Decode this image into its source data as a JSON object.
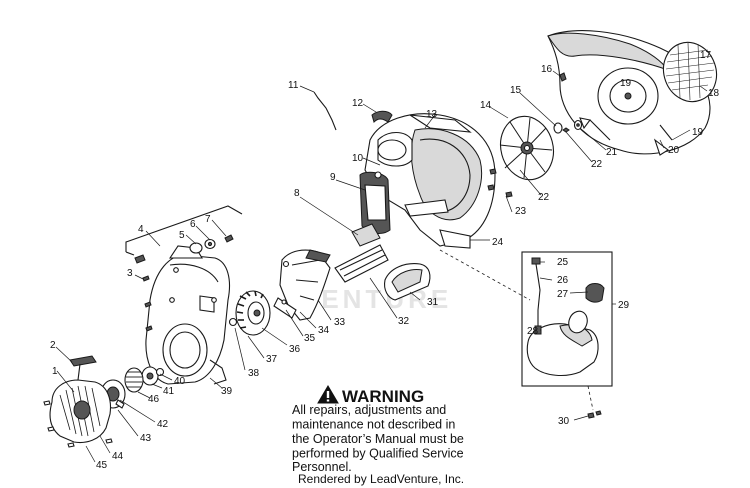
{
  "watermark": "VENTURE",
  "warning": {
    "title": "WARNING",
    "lines": [
      "All repairs, adjustments and",
      "maintenance not described in",
      "the Operator’s Manual must be",
      "performed by Qualified Service",
      "Personnel."
    ]
  },
  "footer": "Rendered by LeadVenture, Inc.",
  "part_labels": [
    "1",
    "2",
    "3",
    "4",
    "5",
    "6",
    "7",
    "8",
    "9",
    "10",
    "11",
    "12",
    "13",
    "14",
    "15",
    "16",
    "17",
    "18",
    "19",
    "19",
    "20",
    "21",
    "22",
    "22",
    "23",
    "24",
    "25",
    "26",
    "27",
    "28",
    "29",
    "30",
    "31",
    "32",
    "33",
    "34",
    "35",
    "36",
    "37",
    "38",
    "39",
    "40",
    "41",
    "42",
    "43",
    "44",
    "45",
    "46"
  ]
}
